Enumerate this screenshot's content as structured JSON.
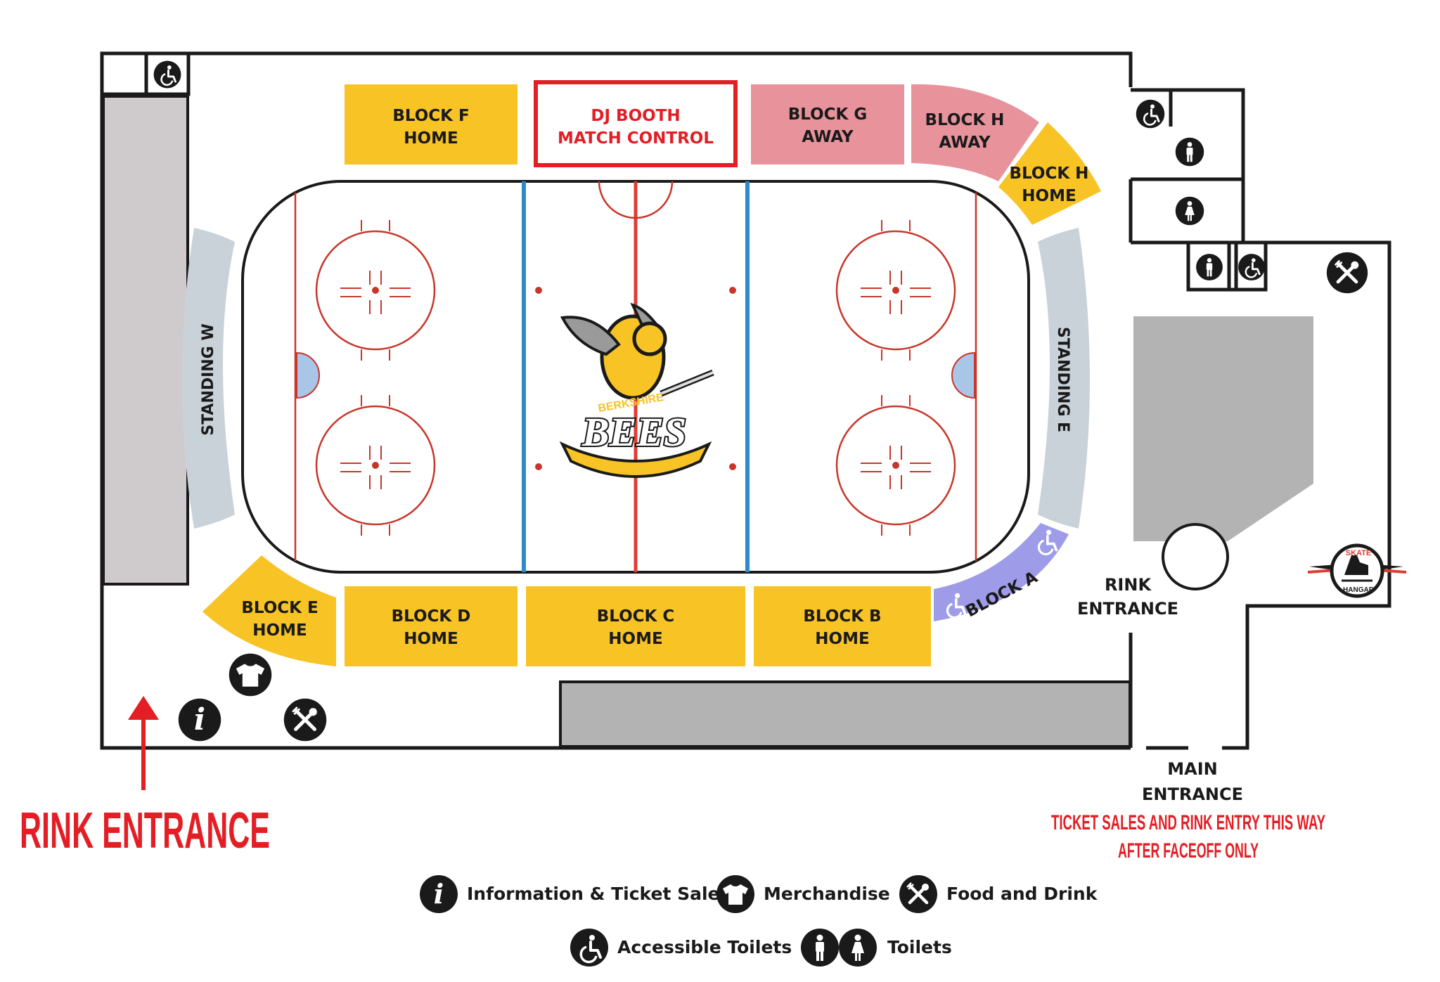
{
  "colors": {
    "home": "#F7C325",
    "away": "#E8939B",
    "accessible_block": "#9E9CE8",
    "standing": "#C9D2D8",
    "concourse": "#CFCBCD",
    "grey_zone": "#B3B3B3",
    "red_line": "#E03C31",
    "blue_line": "#2E8BCB",
    "ice_line": "#C8362A",
    "crease": "#A9C6E8",
    "wall": "#1A1A1A",
    "alert_red": "#E31E24"
  },
  "blocks": {
    "f": {
      "line1": "BLOCK F",
      "line2": "HOME"
    },
    "dj": {
      "line1": "DJ BOOTH",
      "line2": "MATCH CONTROL"
    },
    "g": {
      "line1": "BLOCK G",
      "line2": "AWAY"
    },
    "h_away": {
      "line1": "BLOCK H",
      "line2": "AWAY"
    },
    "h_home": {
      "line1": "BLOCK H",
      "line2": "HOME"
    },
    "e": {
      "line1": "BLOCK E",
      "line2": "HOME"
    },
    "d": {
      "line1": "BLOCK D",
      "line2": "HOME"
    },
    "c": {
      "line1": "BLOCK C",
      "line2": "HOME"
    },
    "b": {
      "line1": "BLOCK B",
      "line2": "HOME"
    },
    "a": {
      "line1": "BLOCK A"
    }
  },
  "standing": {
    "west": "STANDING W",
    "east": "STANDING E"
  },
  "logos": {
    "bees": {
      "top": "BERKSHIRE",
      "main": "BEES"
    },
    "skate_hangar": {
      "top": "SKATE",
      "bottom": "HANGAR"
    }
  },
  "entrances": {
    "rink_left": "RINK ENTRANCE",
    "rink_right_line1": "RINK",
    "rink_right_line2": "ENTRANCE",
    "main_line1": "MAIN",
    "main_line2": "ENTRANCE",
    "notice_line1": "TICKET SALES AND RINK ENTRY THIS WAY",
    "notice_line2": "AFTER FACEOFF ONLY"
  },
  "legend": {
    "info": "Information & Ticket Sales",
    "merch": "Merchandise",
    "food": "Food and Drink",
    "accessible": "Accessible Toilets",
    "toilets": "Toilets"
  },
  "icons": {
    "info": "i",
    "accessible": "♿",
    "male": "male-person-icon",
    "female": "female-person-icon",
    "food": "cutlery-icon",
    "merch": "tshirt-icon"
  }
}
